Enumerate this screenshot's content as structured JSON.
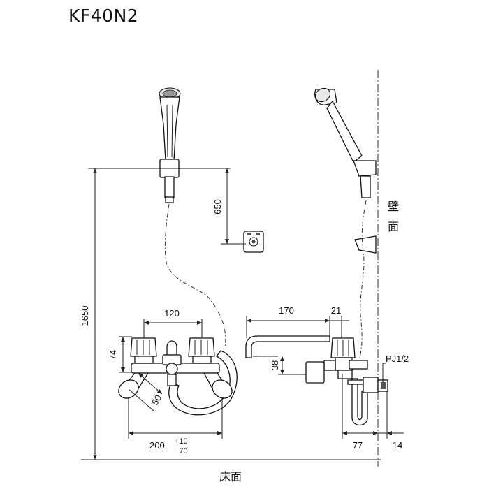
{
  "title": "KF40N2",
  "labels": {
    "wall": "壁面",
    "wall_char1": "壁",
    "wall_char2": "面",
    "floor": "床面",
    "pipe_thread": "PJ1/2"
  },
  "dimensions": {
    "total_height": "1650",
    "holder_drop": "650",
    "valve_spacing": "120",
    "handle_height": "74",
    "elbow_offset": "50",
    "base_width": "200",
    "tolerance_plus": "+10",
    "tolerance_minus": "−70",
    "spout_reach": "170",
    "spout_offset": "21",
    "spout_drop": "38",
    "wall_projection": "77",
    "wall_thickness": "14"
  }
}
